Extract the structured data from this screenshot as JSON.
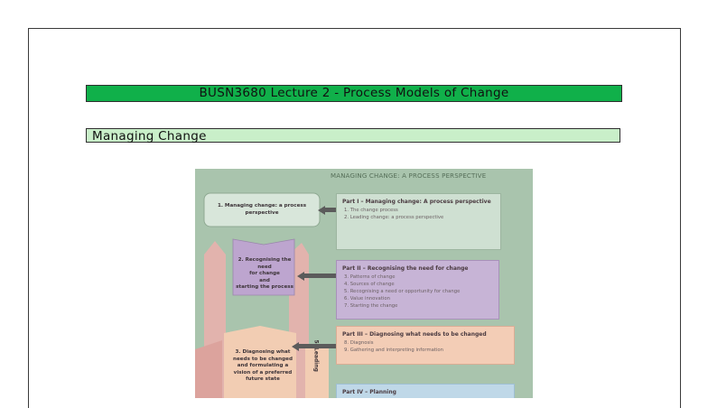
{
  "document": {
    "banner_title": "BUSN3680 Lecture 2 - Process Models of Change",
    "section_heading": "Managing Change"
  },
  "figure": {
    "title": "MANAGING CHANGE: A PROCESS PERSPECTIVE",
    "stages": {
      "s1": "1. Managing change: a process perspective",
      "s2_lines": [
        "2. Recognising the",
        "need",
        "for change",
        "and",
        "starting the process"
      ],
      "s3_lines": [
        "3. Diagnosing what",
        "needs to be changed",
        "and formulating a",
        "vision of a preferred",
        "future state"
      ],
      "side_label": "5. Leading"
    },
    "parts": [
      {
        "title": "Part I – Managing change: A process perspective",
        "items": [
          "1.    The change process",
          "2.    Leading change: a process perspective"
        ]
      },
      {
        "title": "Part II – Recognising the need for change",
        "items": [
          "3.    Patterns of change",
          "4.    Sources of change",
          "5.    Recognising a need or opportunity for change",
          "6.    Value innovation",
          "7.    Starting the change"
        ]
      },
      {
        "title": "Part III – Diagnosing what needs to be changed",
        "items": [
          "8.    Diagnosis",
          "9.    Gathering and interpreting information"
        ]
      },
      {
        "title": "Part IV – Planning",
        "items": []
      }
    ],
    "colors": {
      "background": "#a9c4ad",
      "part1": "#cfe0d2",
      "part2": "#c7b4d6",
      "part3": "#f3cdb6",
      "part4": "#bfd8e8",
      "stage1": "#d8e6da",
      "stage2": "#bda5cf",
      "stage3": "#f2cdb3",
      "pink": "#e2b3ad"
    }
  }
}
